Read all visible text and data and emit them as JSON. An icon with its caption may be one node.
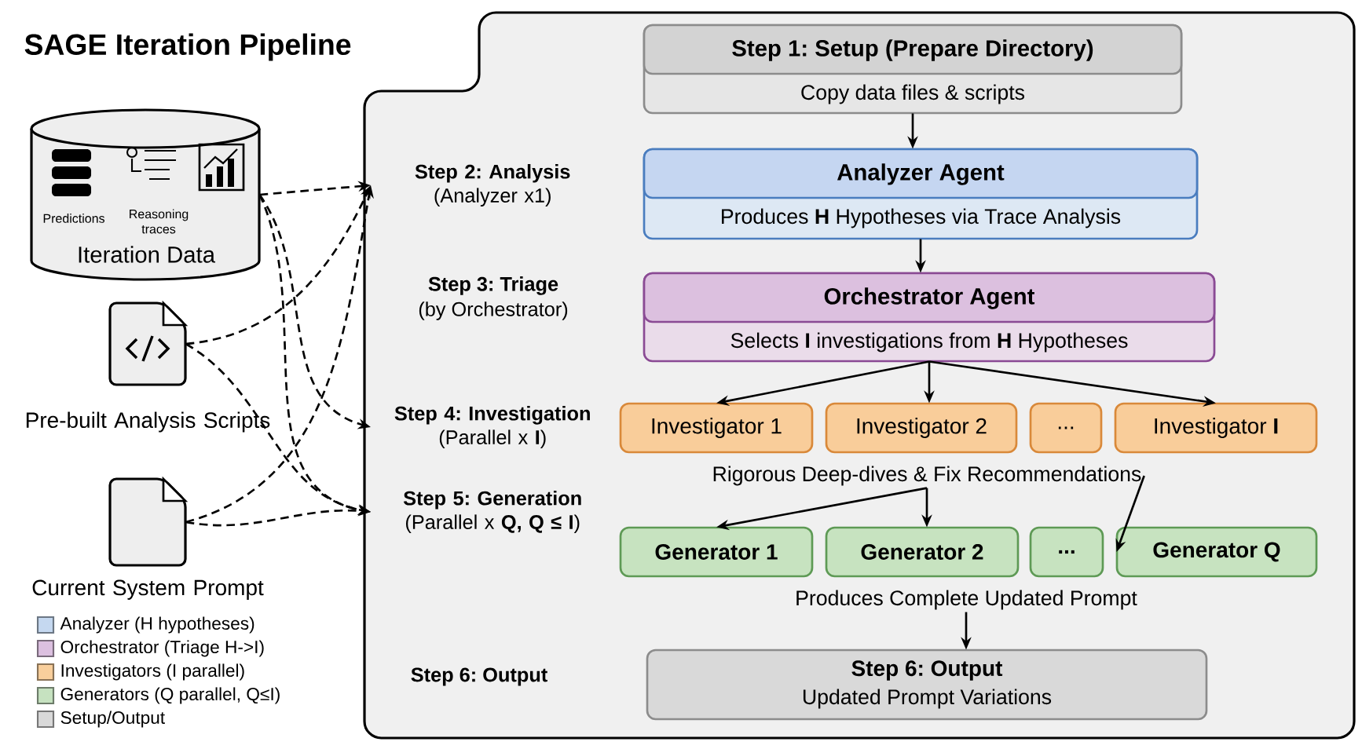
{
  "diagram": {
    "title": "SAGE Iteration Pipeline",
    "nodes": [
      {
        "text": [],
        "shape": "box"
      },
      {
        "text": [
          "Predictions",
          "Reasoning traces",
          "Iteration Data"
        ]
      },
      {
        "text": [],
        "shape": "document",
        "beside": [
          "Pre-built Analysis Scripts"
        ]
      },
      {
        "text": [],
        "shape": "document",
        "beside": [
          "Current System Prompt"
        ]
      },
      {
        "text": [
          "Step 1: Setup (Prepare Directory)",
          "Copy data files & scripts"
        ],
        "in": 0
      },
      {
        "text": [
          "Step 2: Analysis",
          "(Analyzer x1)"
        ],
        "in": 0
      },
      {
        "text": [
          "Analyzer Agent",
          "Produces **H** Hypotheses via Trace Analysis"
        ],
        "in": 0
      },
      {
        "text": [
          "Orchestrator Agent",
          "Selects **I** investigations from **H** Hypotheses"
        ],
        "in": 0
      },
      {
        "text": [
          "Step 4: Investigation",
          "(Parallel x **I**)"
        ],
        "in": 0
      },
      {
        "text": [
          "Investigator 1"
        ],
        "in": 0
      },
      {
        "text": [
          "Investigator 2"
        ],
        "in": 0
      },
      {
        "text": [
          "..."
        ],
        "in": 0
      },
      {
        "text": [
          "Investigator **I**"
        ],
        "in": 0
      },
      {
        "text": [
          "Rigorous Deep-dives & Fix Recommendations"
        ],
        "in": 0
      },
      {
        "text": [
          "Step 5: Generation",
          "(Parallel x **Q, Q ≤ I**)"
        ],
        "in": 0
      },
      {
        "text": [
          "Generator 1"
        ],
        "in": 0
      },
      {
        "text": [
          "Generator 2"
        ],
        "in": 0
      },
      {
        "text": [
          "..."
        ],
        "in": 0
      },
      {
        "text": [
          "Generator Q"
        ],
        "in": 0
      },
      {
        "text": [
          "Produces Complete Updated Prompt"
        ],
        "in": 0
      },
      {
        "text": [
          "Step 6: Output",
          "Updated Prompt Variations"
        ],
        "in": 0
      }
    ],
    "edges": [
      {
        "from": 1,
        "to": 5,
        "arrow": "to",
        "style": "dashed"
      },
      {
        "from": 1,
        "to": 8,
        "arrow": "to",
        "style": "dashed"
      },
      {
        "from": 1,
        "to": 14,
        "arrow": "to",
        "style": "dashed"
      },
      {
        "from": 2,
        "to": 5,
        "arrow": "to",
        "style": "dashed"
      },
      {
        "from": 2,
        "to": 14,
        "arrow": "to",
        "style": "dashed"
      },
      {
        "from": 3,
        "to": 5,
        "arrow": "to",
        "style": "dashed"
      },
      {
        "from": 3,
        "to": 14,
        "arrow": "to",
        "style": "dashed"
      },
      {
        "from": 4,
        "to": 6,
        "arrow": "to"
      },
      {
        "from": 6,
        "to": 7,
        "arrow": "to"
      },
      {
        "from": 7,
        "to": 9,
        "arrow": "to"
      },
      {
        "from": 7,
        "to": 10,
        "arrow": "to"
      },
      {
        "from": 7,
        "to": 12,
        "arrow": "to"
      },
      {
        "from": 13,
        "to": 15,
        "arrow": "to"
      },
      {
        "from": 13,
        "to": 16,
        "arrow": "to"
      },
      {
        "from": 13,
        "to": 18,
        "arrow": "to"
      },
      {
        "from": 19,
        "to": 20,
        "arrow": "to"
      }
    ],
    "labels": [
      "Step 3: Triage",
      "(by Orchestrator)",
      "Step 6: Output"
    ],
    "legend": [
      {
        "text": "Analyzer (H hypotheses)",
        "color": "#c5d8f0"
      },
      {
        "text": "Orchestrator (Triage H->I)",
        "color": "#dcc0e0"
      },
      {
        "text": "Investigators (I parallel)",
        "color": "#f9cf9c"
      },
      {
        "text": "Generators (Q parallel, Q≤I)",
        "color": "#c6e2c0"
      },
      {
        "text": "Setup/Output",
        "color": "#d9d9d9"
      }
    ]
  }
}
